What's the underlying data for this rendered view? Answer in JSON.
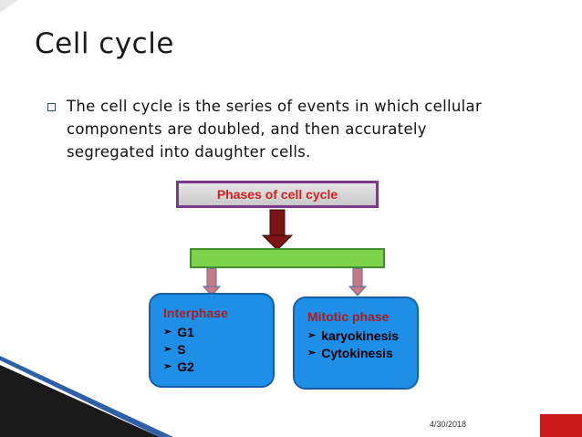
{
  "slide": {
    "title": "Cell cycle",
    "bullet_text": "The cell cycle is the series of events in which cellular components are doubled, and then accurately segregated into daughter cells.",
    "date": "4/30/2018"
  },
  "diagram": {
    "root_label": "Phases of cell cycle",
    "interphase": {
      "title": "Interphase",
      "items": [
        "G1",
        "S",
        "G2"
      ]
    },
    "mitotic": {
      "title": "Mitotic phase",
      "items": [
        "karyokinesis",
        "Cytokinesis"
      ]
    }
  },
  "colors": {
    "phase_label": "#d81f1f",
    "box_border": "#7a3a8c",
    "card_fill": "#1f8ee6",
    "card_title": "#a52020",
    "bar_fill": "#7fd24b",
    "accent_red": "#c9191b"
  },
  "icons": {
    "bullet": "square-bullet-icon",
    "list_marker": "arrowhead-bullet-icon"
  }
}
